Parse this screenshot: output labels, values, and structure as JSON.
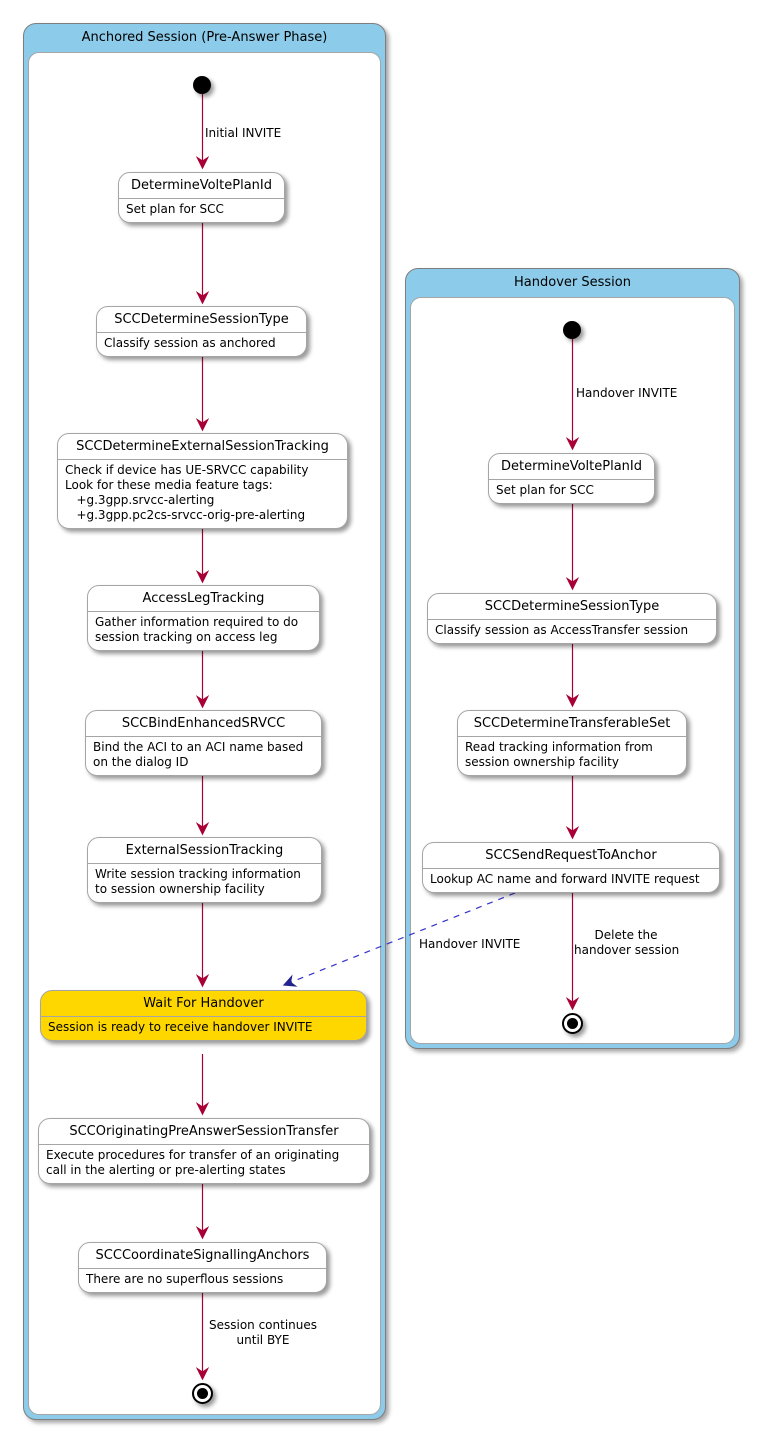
{
  "colors": {
    "arrow": "#A80036",
    "dashed_arrow": "#3333CC",
    "frame_header_blue": "#8CCBE9",
    "node_border_gray": "#A5A5A5",
    "highlight_yellow": "#FFD700"
  },
  "frames": {
    "anchored": {
      "title": "Anchored Session (Pre-Answer Phase)"
    },
    "handover": {
      "title": "Handover Session"
    }
  },
  "anchored": {
    "nodes": {
      "determine_volte_plan_id": {
        "title": "DetermineVoltePlanId",
        "body": [
          "Set plan for SCC"
        ]
      },
      "scc_determine_session_type": {
        "title": "SCCDetermineSessionType",
        "body": [
          "Classify session as anchored"
        ]
      },
      "scc_determine_external_session_tracking": {
        "title": "SCCDetermineExternalSessionTracking",
        "body": [
          "Check if device has UE-SRVCC capability",
          "Look for these media feature tags:",
          "   +g.3gpp.srvcc-alerting",
          "   +g.3gpp.pc2cs-srvcc-orig-pre-alerting"
        ]
      },
      "access_leg_tracking": {
        "title": "AccessLegTracking",
        "body": [
          "Gather information required to do",
          "session tracking on access leg"
        ]
      },
      "scc_bind_enhanced_srvcc": {
        "title": "SCCBindEnhancedSRVCC",
        "body": [
          "Bind the ACI to an ACI name based",
          "on the dialog ID"
        ]
      },
      "external_session_tracking": {
        "title": "ExternalSessionTracking",
        "body": [
          "Write session tracking information",
          "to session ownership facility"
        ]
      },
      "wait_for_handover": {
        "title": "Wait For Handover",
        "body": [
          "Session is ready to receive handover INVITE"
        ]
      },
      "scc_originating_pre_answer_session_transfer": {
        "title": "SCCOriginatingPreAnswerSessionTransfer",
        "body": [
          "Execute procedures for transfer of an originating",
          "call in the alerting or pre-alerting states"
        ]
      },
      "scc_coordinate_signalling_anchors": {
        "title": "SCCCoordinateSignallingAnchors",
        "body": [
          "There are no superflous sessions"
        ]
      }
    },
    "edges": {
      "initial_invite": "Initial INVITE",
      "session_continues": [
        "Session continues",
        "until BYE"
      ]
    }
  },
  "handover": {
    "nodes": {
      "determine_volte_plan_id": {
        "title": "DetermineVoltePlanId",
        "body": [
          "Set plan for SCC"
        ]
      },
      "scc_determine_session_type": {
        "title": "SCCDetermineSessionType",
        "body": [
          "Classify session as AccessTransfer session"
        ]
      },
      "scc_determine_transferable_set": {
        "title": "SCCDetermineTransferableSet",
        "body": [
          "Read tracking information from",
          "session ownership facility"
        ]
      },
      "scc_send_request_to_anchor": {
        "title": "SCCSendRequestToAnchor",
        "body": [
          "Lookup AC name and forward INVITE request"
        ]
      }
    },
    "edges": {
      "handover_invite": "Handover INVITE",
      "delete_session": [
        "Delete the",
        "handover session"
      ]
    }
  },
  "cross_edges": {
    "handover_invite_to_anchor": "Handover INVITE"
  }
}
